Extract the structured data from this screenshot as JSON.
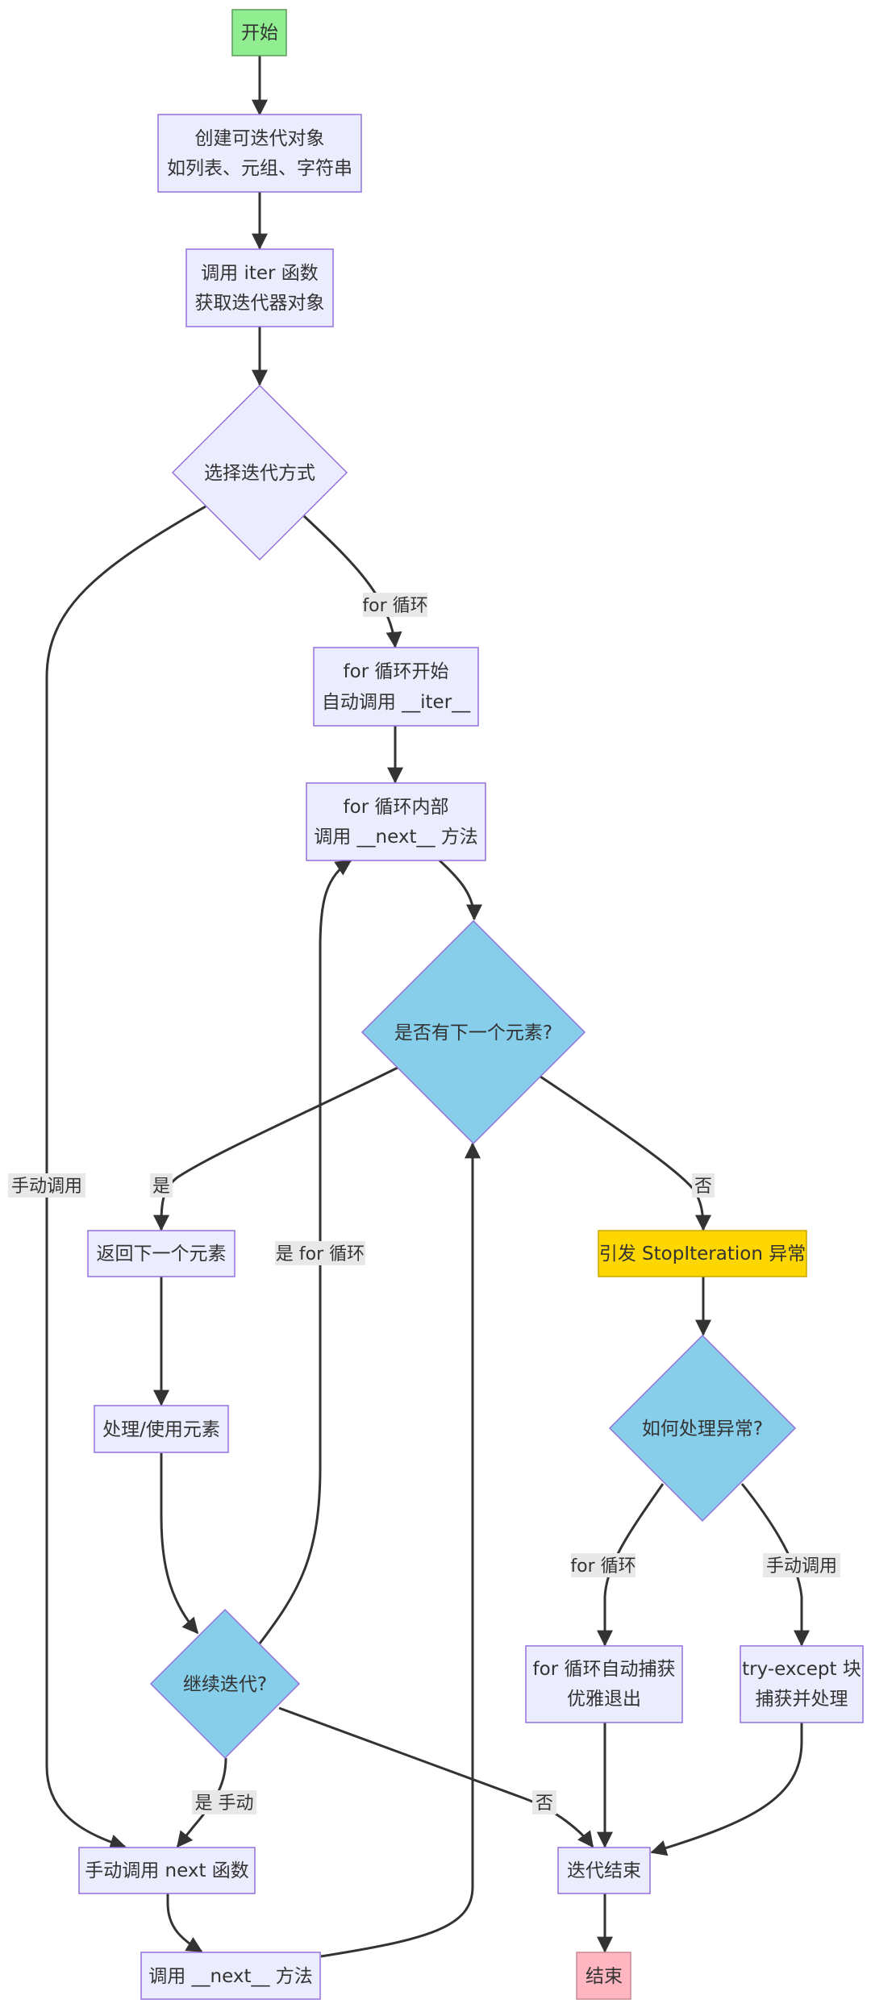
{
  "colors": {
    "start": "#90ee90",
    "end": "#ffb6c1",
    "process": "#ececff",
    "process_border": "#9370db",
    "decision": "#87ceeb",
    "exception": "#ffd700",
    "edge": "#333333"
  },
  "nodes": {
    "start": {
      "label": "开始"
    },
    "create_iterable": {
      "line1": "创建可迭代对象",
      "line2": "如列表、元组、字符串"
    },
    "call_iter": {
      "line1": "调用 iter 函数",
      "line2": "获取迭代器对象"
    },
    "choose_method": {
      "label": "选择迭代方式"
    },
    "for_start": {
      "line1": "for 循环开始",
      "line2": "自动调用 __iter__"
    },
    "for_inner": {
      "line1": "for 循环内部",
      "line2": "调用 __next__ 方法"
    },
    "has_next": {
      "label": "是否有下一个元素?"
    },
    "return_next": {
      "label": "返回下一个元素"
    },
    "raise_stop": {
      "label": "引发 StopIteration 异常"
    },
    "process_elem": {
      "label": "处理/使用元素"
    },
    "handle_exc": {
      "label": "如何处理异常?"
    },
    "continue_iter": {
      "label": "继续迭代?"
    },
    "for_catch": {
      "line1": "for 循环自动捕获",
      "line2": "优雅退出"
    },
    "try_except": {
      "line1": "try-except 块",
      "line2": "捕获并处理"
    },
    "manual_next": {
      "label": "手动调用 next 函数"
    },
    "iter_end": {
      "label": "迭代结束"
    },
    "call_next_method": {
      "label": "调用 __next__ 方法"
    },
    "end": {
      "label": "结束"
    }
  },
  "edge_labels": {
    "for_loop": "for 循环",
    "manual_call": "手动调用",
    "yes": "是",
    "no": "否",
    "yes_for_loop": "是 for 循环",
    "handle_for": "for 循环",
    "handle_manual": "手动调用",
    "yes_manual": "是 手动",
    "continue_no": "否"
  }
}
